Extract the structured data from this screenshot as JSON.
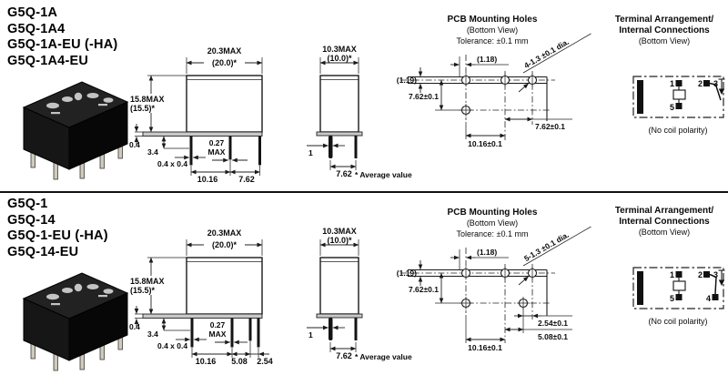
{
  "sections": [
    {
      "models": [
        "G5Q-1A",
        "G5Q-1A4",
        "G5Q-1A-EU (-HA)",
        "G5Q-1A4-EU"
      ],
      "side_view": {
        "width_max": "20.3MAX",
        "width_avg": "(20.0)*",
        "height_max": "15.8MAX",
        "height_avg": "(15.5)*",
        "base_thickness": "0.4",
        "pin_length": "3.4",
        "pin_section": "0.4 x 0.4",
        "pin_max_line1": "0.27",
        "pin_max_line2": "MAX",
        "pitch_a": "10.16",
        "pitch_b": "7.62"
      },
      "end_view": {
        "width_max": "10.3MAX",
        "width_avg": "(10.0)*",
        "pin_dia": "1",
        "pitch": "7.62",
        "avg_note": "* Average value"
      },
      "pcb": {
        "title": "PCB Mounting Holes",
        "subtitle": "(Bottom View)",
        "tolerance": "Tolerance: ±0.1 mm",
        "dim_top": "(1.18)",
        "dim_left": "(1.19)",
        "dim_vert": "7.62±0.1",
        "hole_dia": "4-1.3 ±0.1 dia.",
        "dim_right": "7.62±0.1",
        "dim_bottom": "10.16±0.1"
      },
      "terminal": {
        "title_line1": "Terminal Arrangement/",
        "title_line2": "Internal Connections",
        "subtitle": "(Bottom View)",
        "pin1": "1",
        "pin2": "2",
        "pin3": "3",
        "pin5": "5",
        "note": "(No coil polarity)"
      }
    },
    {
      "models": [
        "G5Q-1",
        "G5Q-14",
        "G5Q-1-EU (-HA)",
        "G5Q-14-EU"
      ],
      "side_view": {
        "width_max": "20.3MAX",
        "width_avg": "(20.0)*",
        "height_max": "15.8MAX",
        "height_avg": "(15.5)*",
        "base_thickness": "0.4",
        "pin_length": "3.4",
        "pin_section": "0.4 x 0.4",
        "pin_max_line1": "0.27",
        "pin_max_line2": "MAX",
        "pitch_a": "10.16",
        "pitch_b": "5.08",
        "pitch_c": "2.54"
      },
      "end_view": {
        "width_max": "10.3MAX",
        "width_avg": "(10.0)*",
        "pin_dia": "1",
        "pitch": "7.62",
        "avg_note": "* Average value"
      },
      "pcb": {
        "title": "PCB Mounting Holes",
        "subtitle": "(Bottom View)",
        "tolerance": "Tolerance: ±0.1 mm",
        "dim_top": "(1.18)",
        "dim_left": "(1.19)",
        "dim_vert": "7.62±0.1",
        "hole_dia": "5-1.3 ±0.1 dia.",
        "dim_right1": "2.54±0.1",
        "dim_right2": "5.08±0.1",
        "dim_bottom": "10.16±0.1"
      },
      "terminal": {
        "title_line1": "Terminal Arrangement/",
        "title_line2": "Internal Connections",
        "subtitle": "(Bottom View)",
        "pin1": "1",
        "pin2": "2",
        "pin3": "3",
        "pin4": "4",
        "pin5": "5",
        "note": "(No coil polarity)"
      }
    }
  ]
}
